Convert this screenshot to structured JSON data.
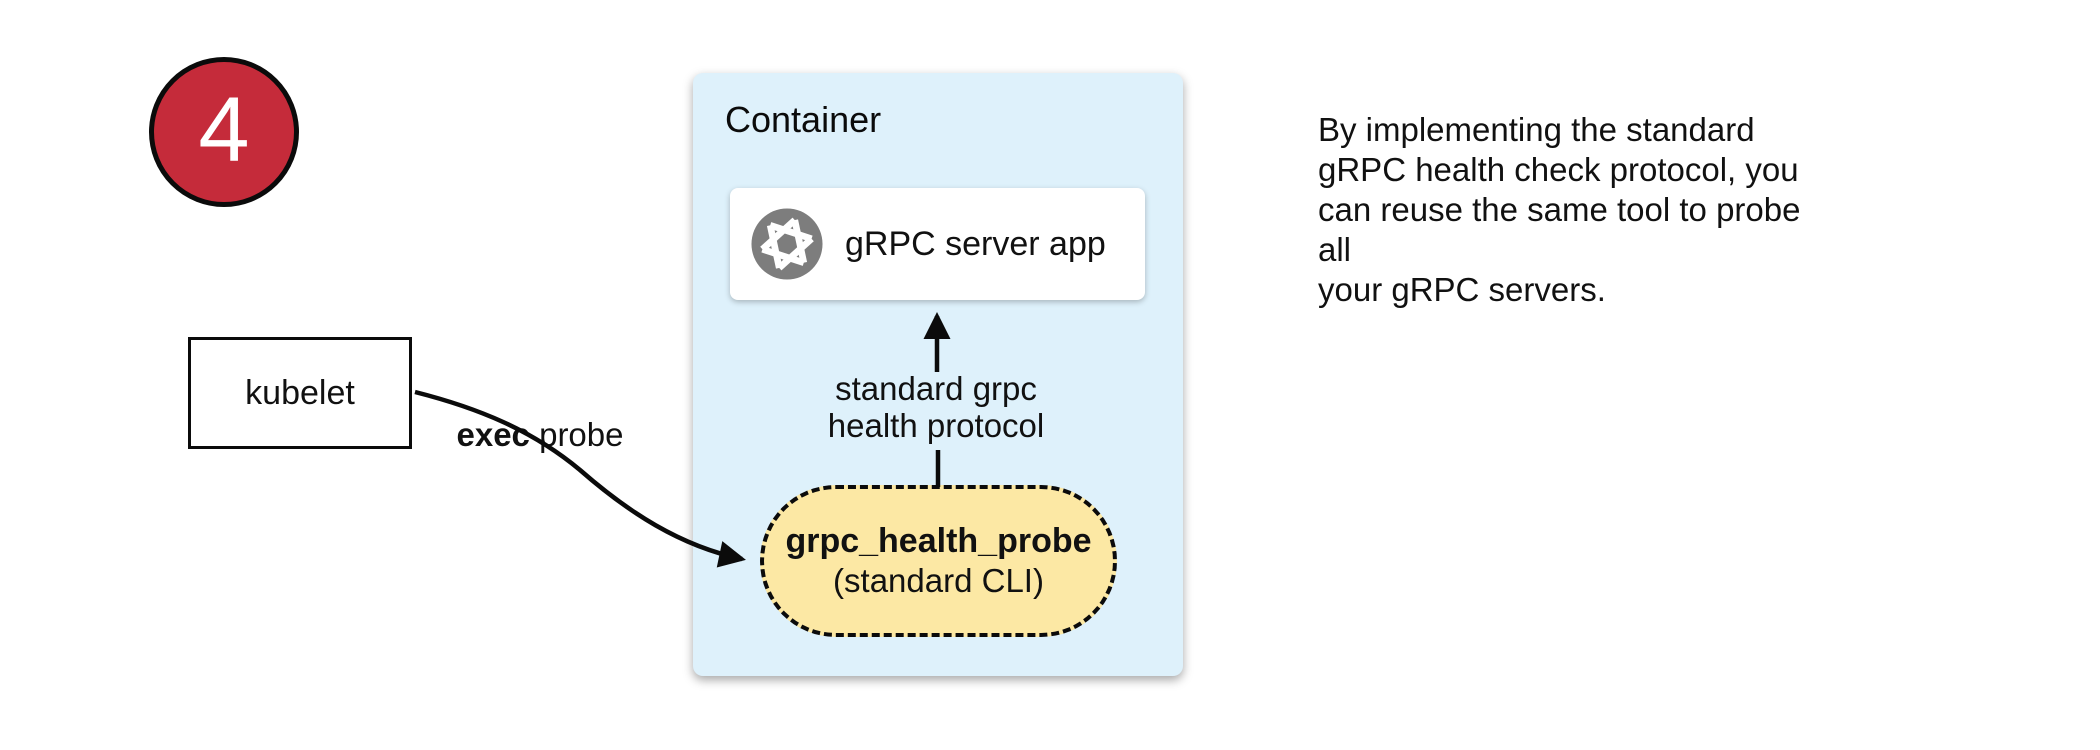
{
  "badge": {
    "number": "4",
    "fill_color": "#c52b3a"
  },
  "kubelet": {
    "label": "kubelet"
  },
  "exec_probe": {
    "bold": "exec",
    "regular": " probe"
  },
  "container": {
    "title": "Container",
    "fill_color": "#def1fb",
    "server_app": {
      "label": "gRPC server app",
      "icon": "aperture-icon",
      "icon_color": "#7d7d7d"
    },
    "health_arrow_label": "standard grpc\nhealth protocol",
    "probe_pill": {
      "title": "grpc_health_probe",
      "subtitle": "(standard CLI)",
      "fill_color": "#fce8a4"
    }
  },
  "note": "By implementing the standard\ngRPC health check protocol, you\ncan reuse the same tool to probe all\nyour gRPC servers."
}
